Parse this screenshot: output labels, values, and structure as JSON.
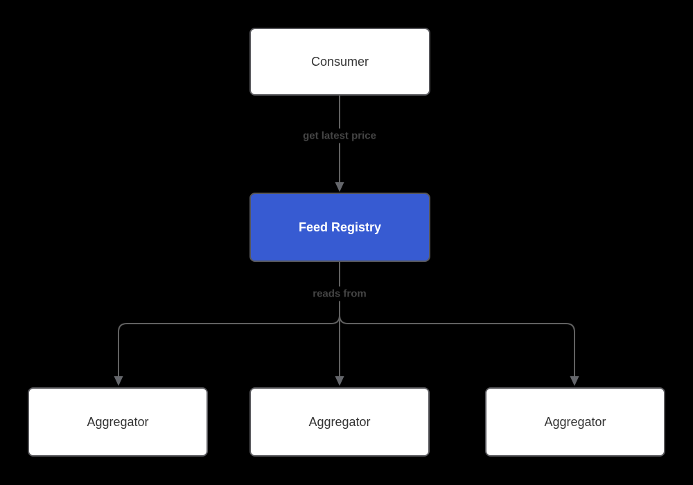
{
  "diagram": {
    "type": "flowchart",
    "background": "#000000",
    "nodes": {
      "consumer": {
        "label": "Consumer",
        "fill": "#ffffff",
        "text_color": "#333333"
      },
      "feed_registry": {
        "label": "Feed Registry",
        "fill": "#375bd2",
        "text_color": "#ffffff"
      },
      "aggregators": [
        {
          "label": "Aggregator"
        },
        {
          "label": "Aggregator"
        },
        {
          "label": "Aggregator"
        }
      ]
    },
    "edges": [
      {
        "from": "Consumer",
        "to": "Feed Registry",
        "label": "get latest price"
      },
      {
        "from": "Feed Registry",
        "to": "Aggregator (x3)",
        "label": "reads from"
      }
    ],
    "colors": {
      "edge_stroke": "#616161",
      "node_border": "#58585c",
      "accent_blue": "#375bd2",
      "edge_label_text": "#454545"
    }
  }
}
